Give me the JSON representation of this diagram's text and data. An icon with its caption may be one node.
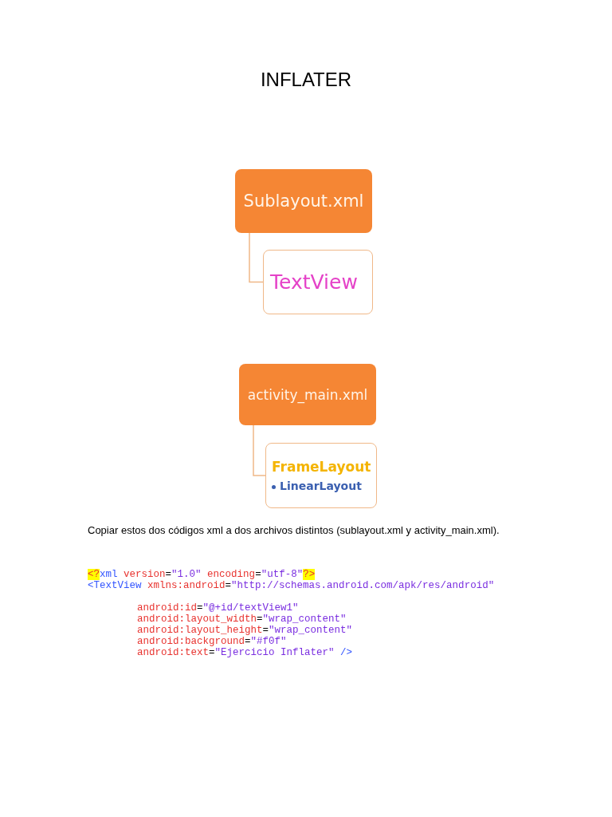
{
  "diagram": {
    "title": "INFLATER",
    "nodes": [
      {
        "text": [
          "Sublayout.xml"
        ]
      },
      {
        "text": [
          "TextView"
        ]
      },
      {
        "text": [
          "activity_main.xml"
        ]
      },
      {
        "text": [
          "FrameLayout",
          "LinearLayout"
        ]
      }
    ],
    "edges": [
      {
        "from": 0,
        "to": 1,
        "arrow": "none"
      },
      {
        "from": 2,
        "to": 3,
        "arrow": "none"
      }
    ],
    "labels": [
      "Copiar estos dos códigos xml a dos archivos distintos (sublayout.xml y activity_main.xml).",
      "<?xml version=\"1.0\" encoding=\"utf-8\"?>",
      "<TextView xmlns:android=\"http://schemas.android.com/apk/res/android\"",
      "android:id=\"@+id/textView1\"",
      "android:layout_width=\"wrap_content\"",
      "android:layout_height=\"wrap_content\"",
      "android:background=\"#f0f\"",
      "android:text=\"Ejercicio Inflater\" />"
    ]
  }
}
